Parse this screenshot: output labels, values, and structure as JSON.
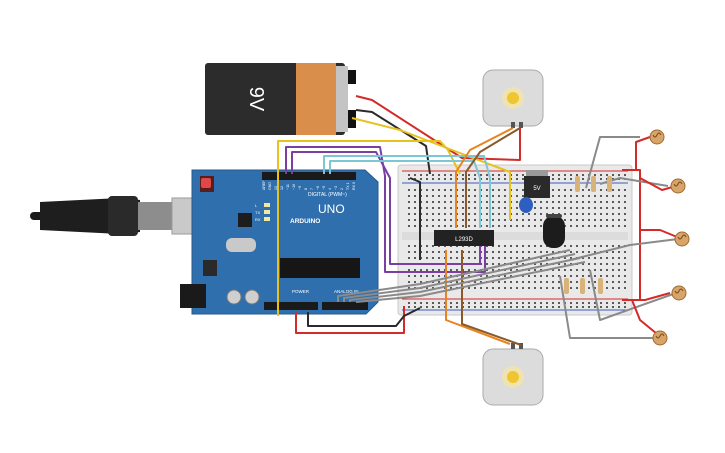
{
  "battery": {
    "label": "9V"
  },
  "arduino": {
    "brand": "ARDUINO",
    "model": "UNO",
    "digital_header": "DIGITAL (PWM~)",
    "power_header": "POWER",
    "analog_header": "ANALOG IN",
    "pin_labels_top": [
      "AREF",
      "GND",
      "13",
      "12",
      "~11",
      "~10",
      "~9",
      "8",
      "7",
      "~6",
      "~5",
      "4",
      "~3",
      "2",
      "TX 1",
      "RX 0"
    ],
    "led_labels": [
      "L",
      "TX",
      "RX"
    ]
  },
  "regulator": {
    "label": "5V"
  },
  "driver_ic": {
    "label": "L293D"
  },
  "colors": {
    "board": "#2f6fae",
    "wire_red": "#d42a2a",
    "wire_black": "#2a2a2a",
    "wire_yellow": "#e7c21c",
    "wire_purple": "#7b3fa4",
    "wire_orange": "#e8841f",
    "wire_brown": "#8a5a2a",
    "wire_cyan": "#7cc7d4",
    "wire_gray": "#8a8a8a",
    "battery_copper": "#d98f4b"
  }
}
